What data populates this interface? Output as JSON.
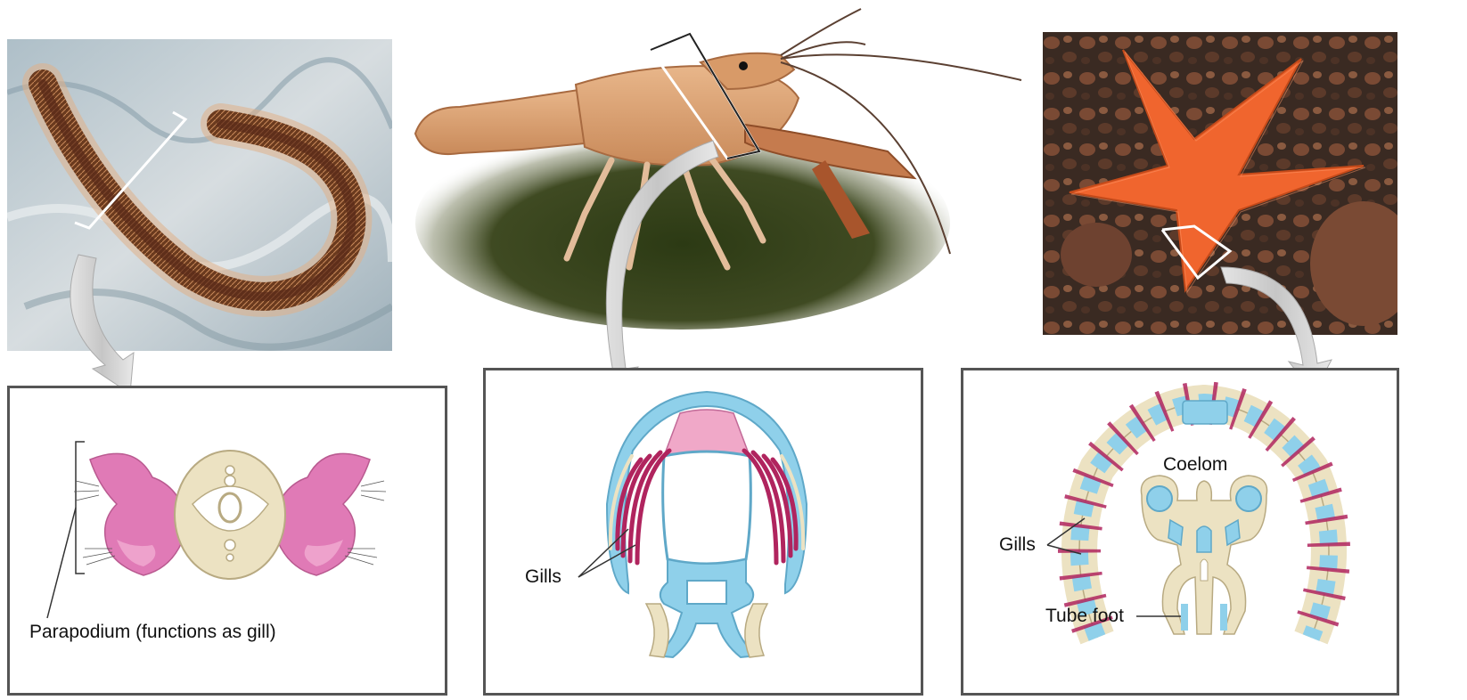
{
  "figure": {
    "photos": [
      {
        "name": "fireworm-photo",
        "subject": "marine polychaete worm"
      },
      {
        "name": "crayfish-photo",
        "subject": "crayfish"
      },
      {
        "name": "sea-star-photo",
        "subject": "sea star"
      }
    ],
    "panels": {
      "worm": {
        "parapodium_label": "Parapodium (functions as gill)"
      },
      "crayfish": {
        "gills_label": "Gills"
      },
      "sea_star": {
        "coelom_label": "Coelom",
        "gills_label": "Gills",
        "tube_foot_label": "Tube foot"
      }
    },
    "colors": {
      "gill_pink": "#e07ab6",
      "gill_magenta": "#b0245e",
      "exoskeleton_blue": "#8fd0ea",
      "tissue_cream": "#ece2c2",
      "panel_border": "#555555",
      "arrow_gray": "#c8c8c8"
    }
  }
}
